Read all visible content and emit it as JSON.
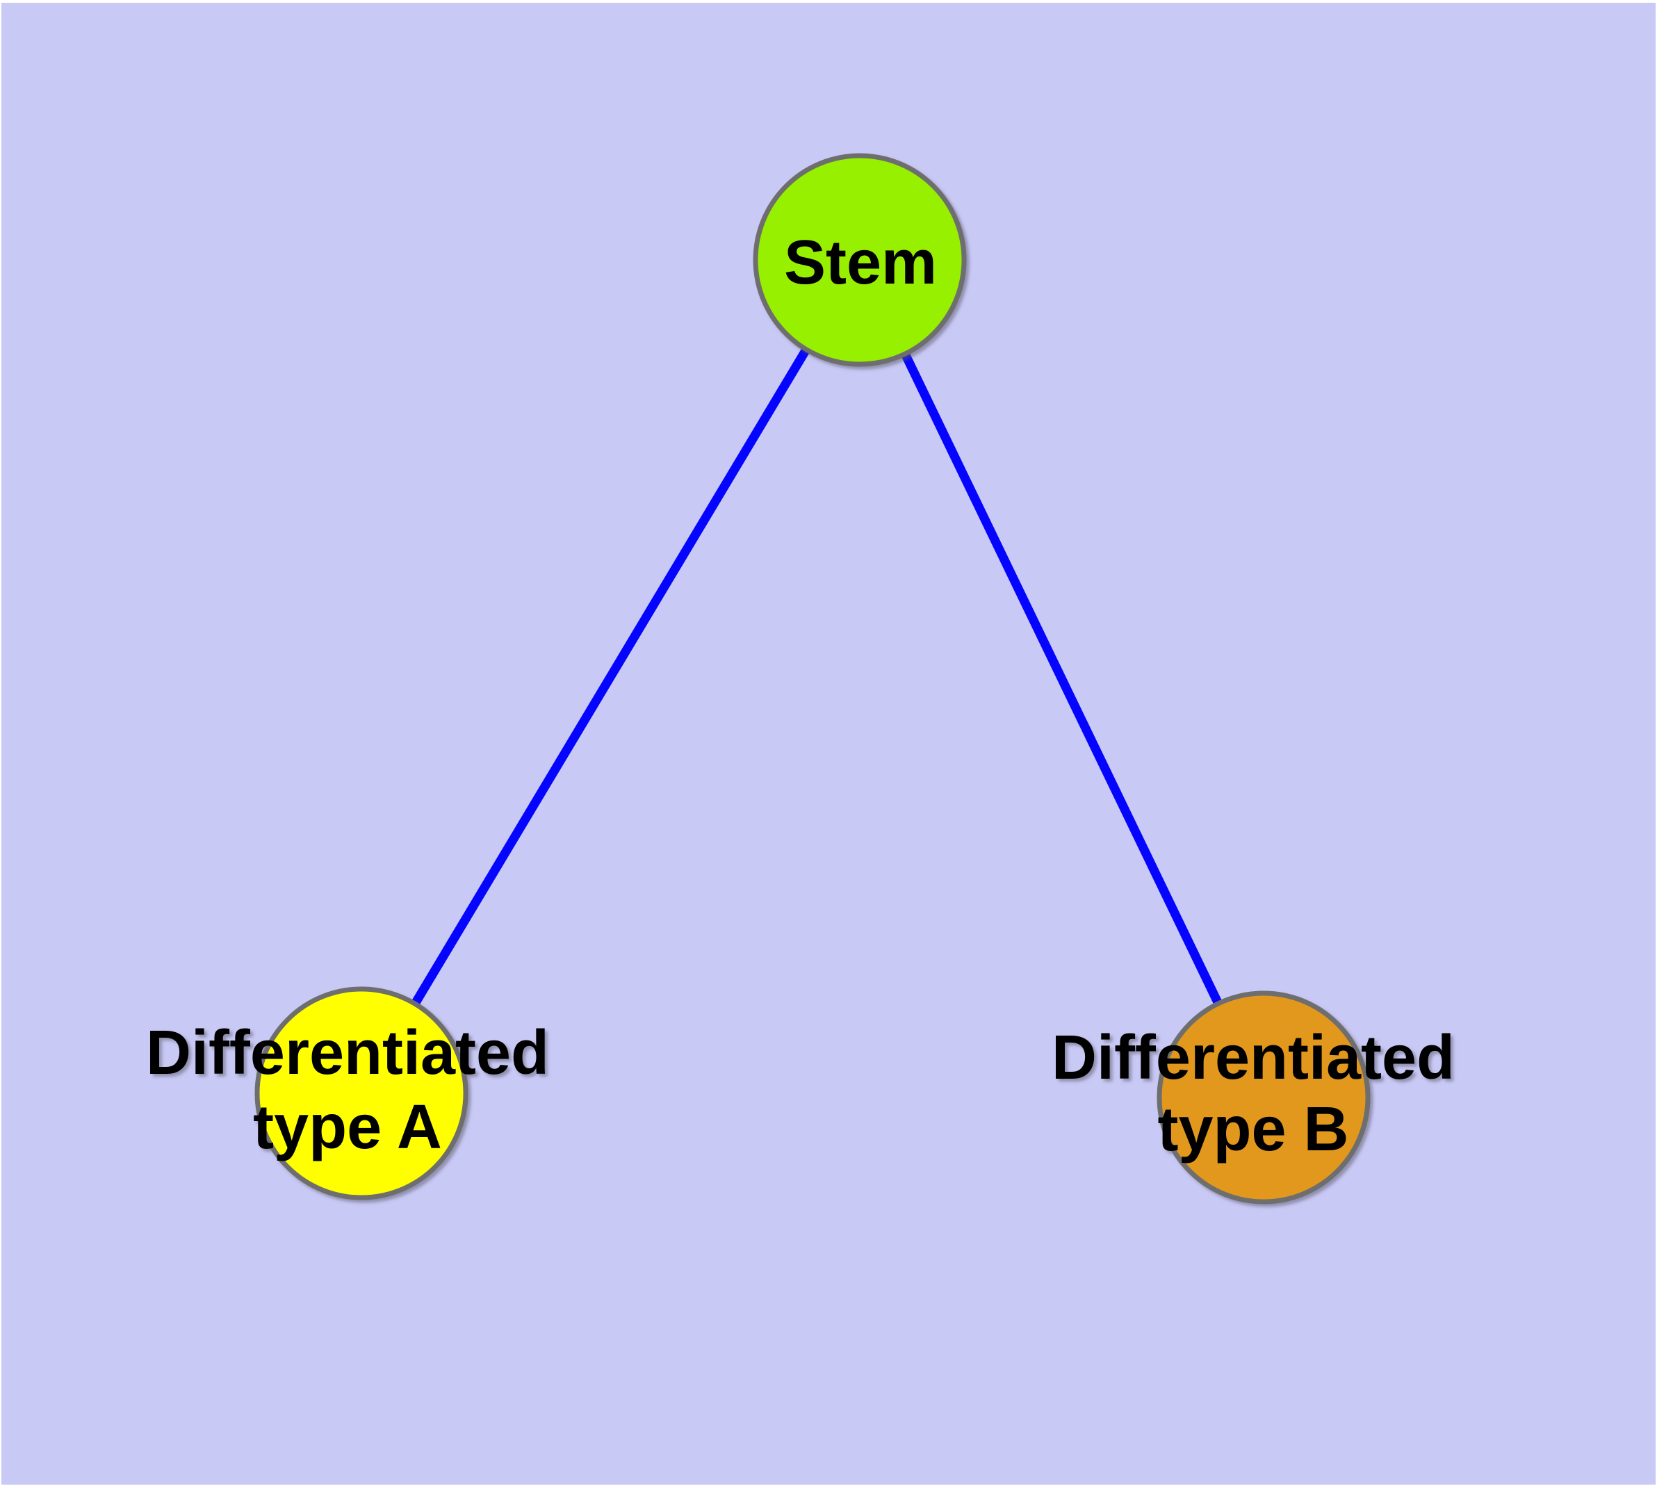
{
  "diagram": {
    "background_color": "#C9C9F6",
    "frame_color": "#FFFFFF",
    "edge_color": "#0505FF",
    "node_border_color": "#6E6E6E",
    "label_color": "#000000",
    "nodes": [
      {
        "id": "stem",
        "label_lines": [
          "Stem"
        ],
        "fill": "#97F000"
      },
      {
        "id": "differentiated-type-a",
        "label_lines": [
          "Differentiated",
          "type A"
        ],
        "fill": "#FFFF00"
      },
      {
        "id": "differentiated-type-b",
        "label_lines": [
          "Differentiated",
          "type B"
        ],
        "fill": "#E2981E"
      }
    ],
    "edges": [
      {
        "from": "stem",
        "to": "differentiated-type-a"
      },
      {
        "from": "stem",
        "to": "differentiated-type-b"
      }
    ]
  }
}
